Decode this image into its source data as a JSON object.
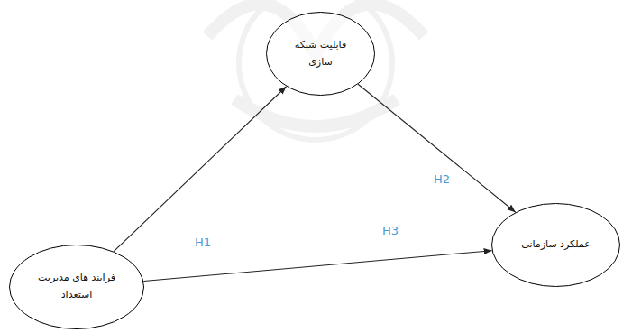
{
  "diagram": {
    "nodes": [
      {
        "text": [
          "قابلیت شبکه سازی"
        ]
      },
      {
        "text": [
          "فرایند های مدیریت استعداد"
        ]
      },
      {
        "text": [
          "عملکرد سازمانی"
        ]
      }
    ],
    "edges": [
      {
        "from": 1,
        "to": 0,
        "arrow": "to",
        "label": "H1"
      },
      {
        "from": 0,
        "to": 2,
        "arrow": "to",
        "label": "H2"
      },
      {
        "from": 1,
        "to": 2,
        "arrow": "to",
        "label": "H3"
      }
    ]
  }
}
